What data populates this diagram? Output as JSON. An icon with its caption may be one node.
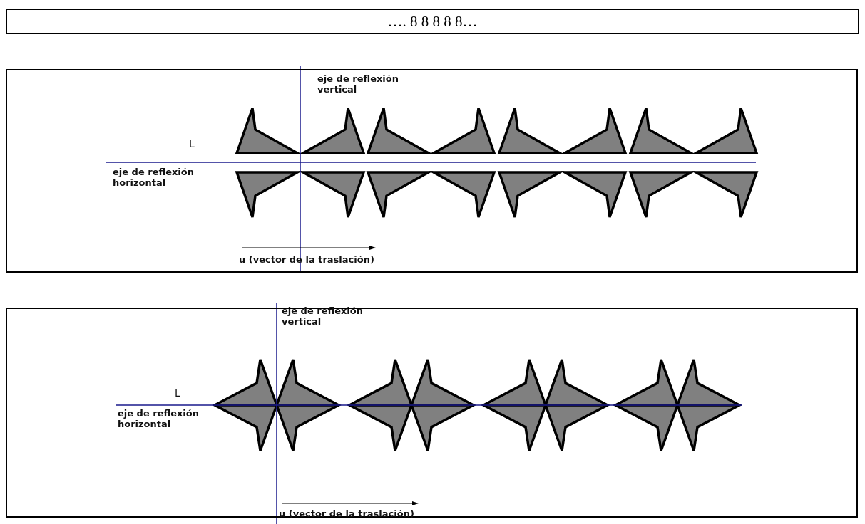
{
  "diagram": {
    "nodes": [
      {
        "text": [
          "…. 8 8 8 8 8…"
        ]
      }
    ],
    "labels": [
      "eje de reflexión vertical",
      "L",
      "eje de reflexión horizontal",
      "u (vector de la traslación)",
      "eje de reflexión vertical",
      "L",
      "eje de reflexión horizontal",
      "u (vector de la traslación)"
    ]
  }
}
